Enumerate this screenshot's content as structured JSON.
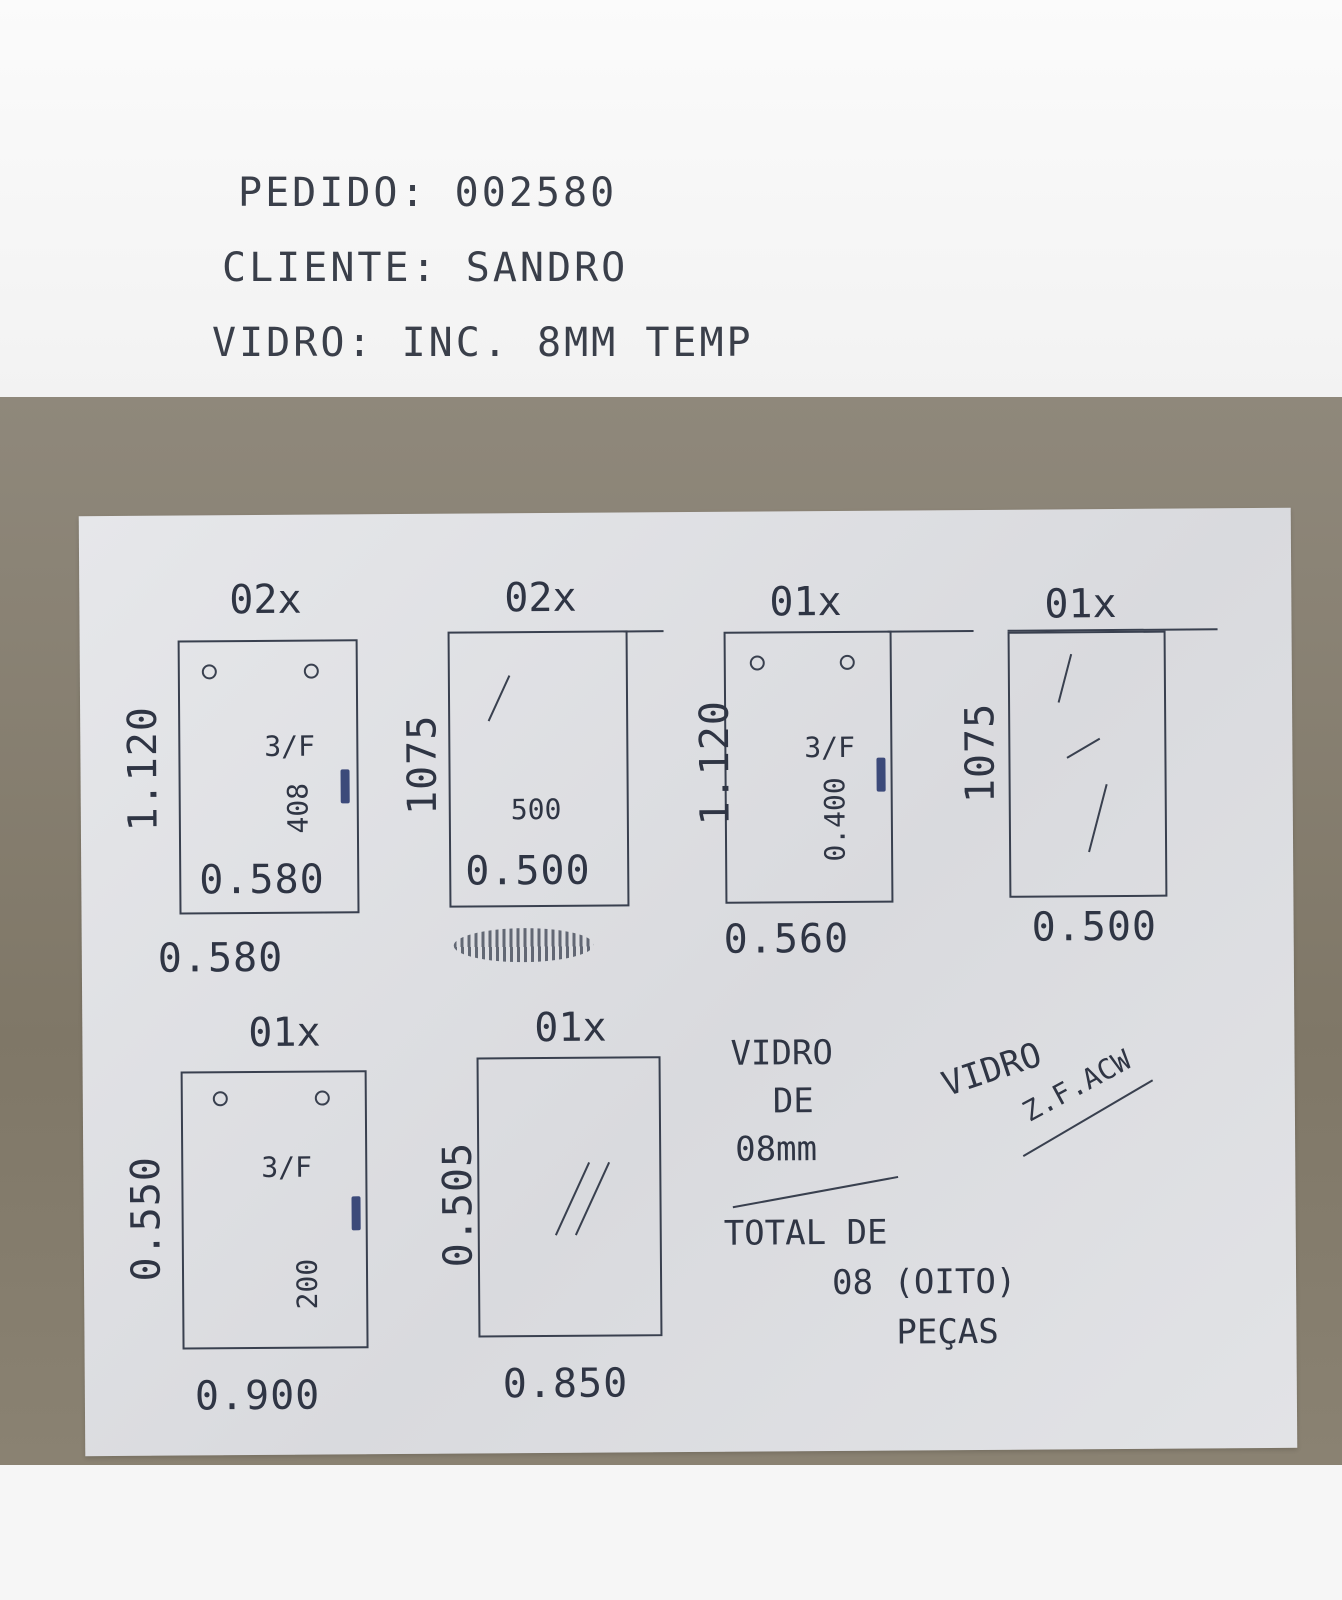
{
  "header": {
    "pedido": "PEDIDO: 002580",
    "cliente": "CLIENTE: SANDRO",
    "vidro": "VIDRO: INC. 8MM TEMP"
  },
  "pieces": [
    {
      "qty": "02x",
      "height": "1.120",
      "width": "0.580",
      "inner_width": "0.580",
      "holes": "3/F",
      "hole_offset": "408"
    },
    {
      "qty": "02x",
      "height": "1075",
      "width": "",
      "inner_width": "0.500",
      "inner_mark": "500"
    },
    {
      "qty": "01x",
      "height": "1.120",
      "width": "0.560",
      "holes": "3/F",
      "hole_offset": "0.400"
    },
    {
      "qty": "01x",
      "height": "1075",
      "width": "0.500"
    },
    {
      "qty": "01x",
      "height": "0.550",
      "width": "0.900",
      "holes": "3/F",
      "hole_offset": "200"
    },
    {
      "qty": "01x",
      "height": "0.505",
      "width": "0.850"
    }
  ],
  "notes": {
    "vidro_line1": "VIDRO",
    "vidro_line2": "DE",
    "vidro_line3": "08mm",
    "vidro_side": "VIDRO",
    "vidro_side2": "Z.F.ACW",
    "total_line1": "TOTAL DE",
    "total_line2": "08 (OITO)",
    "total_line3": "PEÇAS"
  }
}
